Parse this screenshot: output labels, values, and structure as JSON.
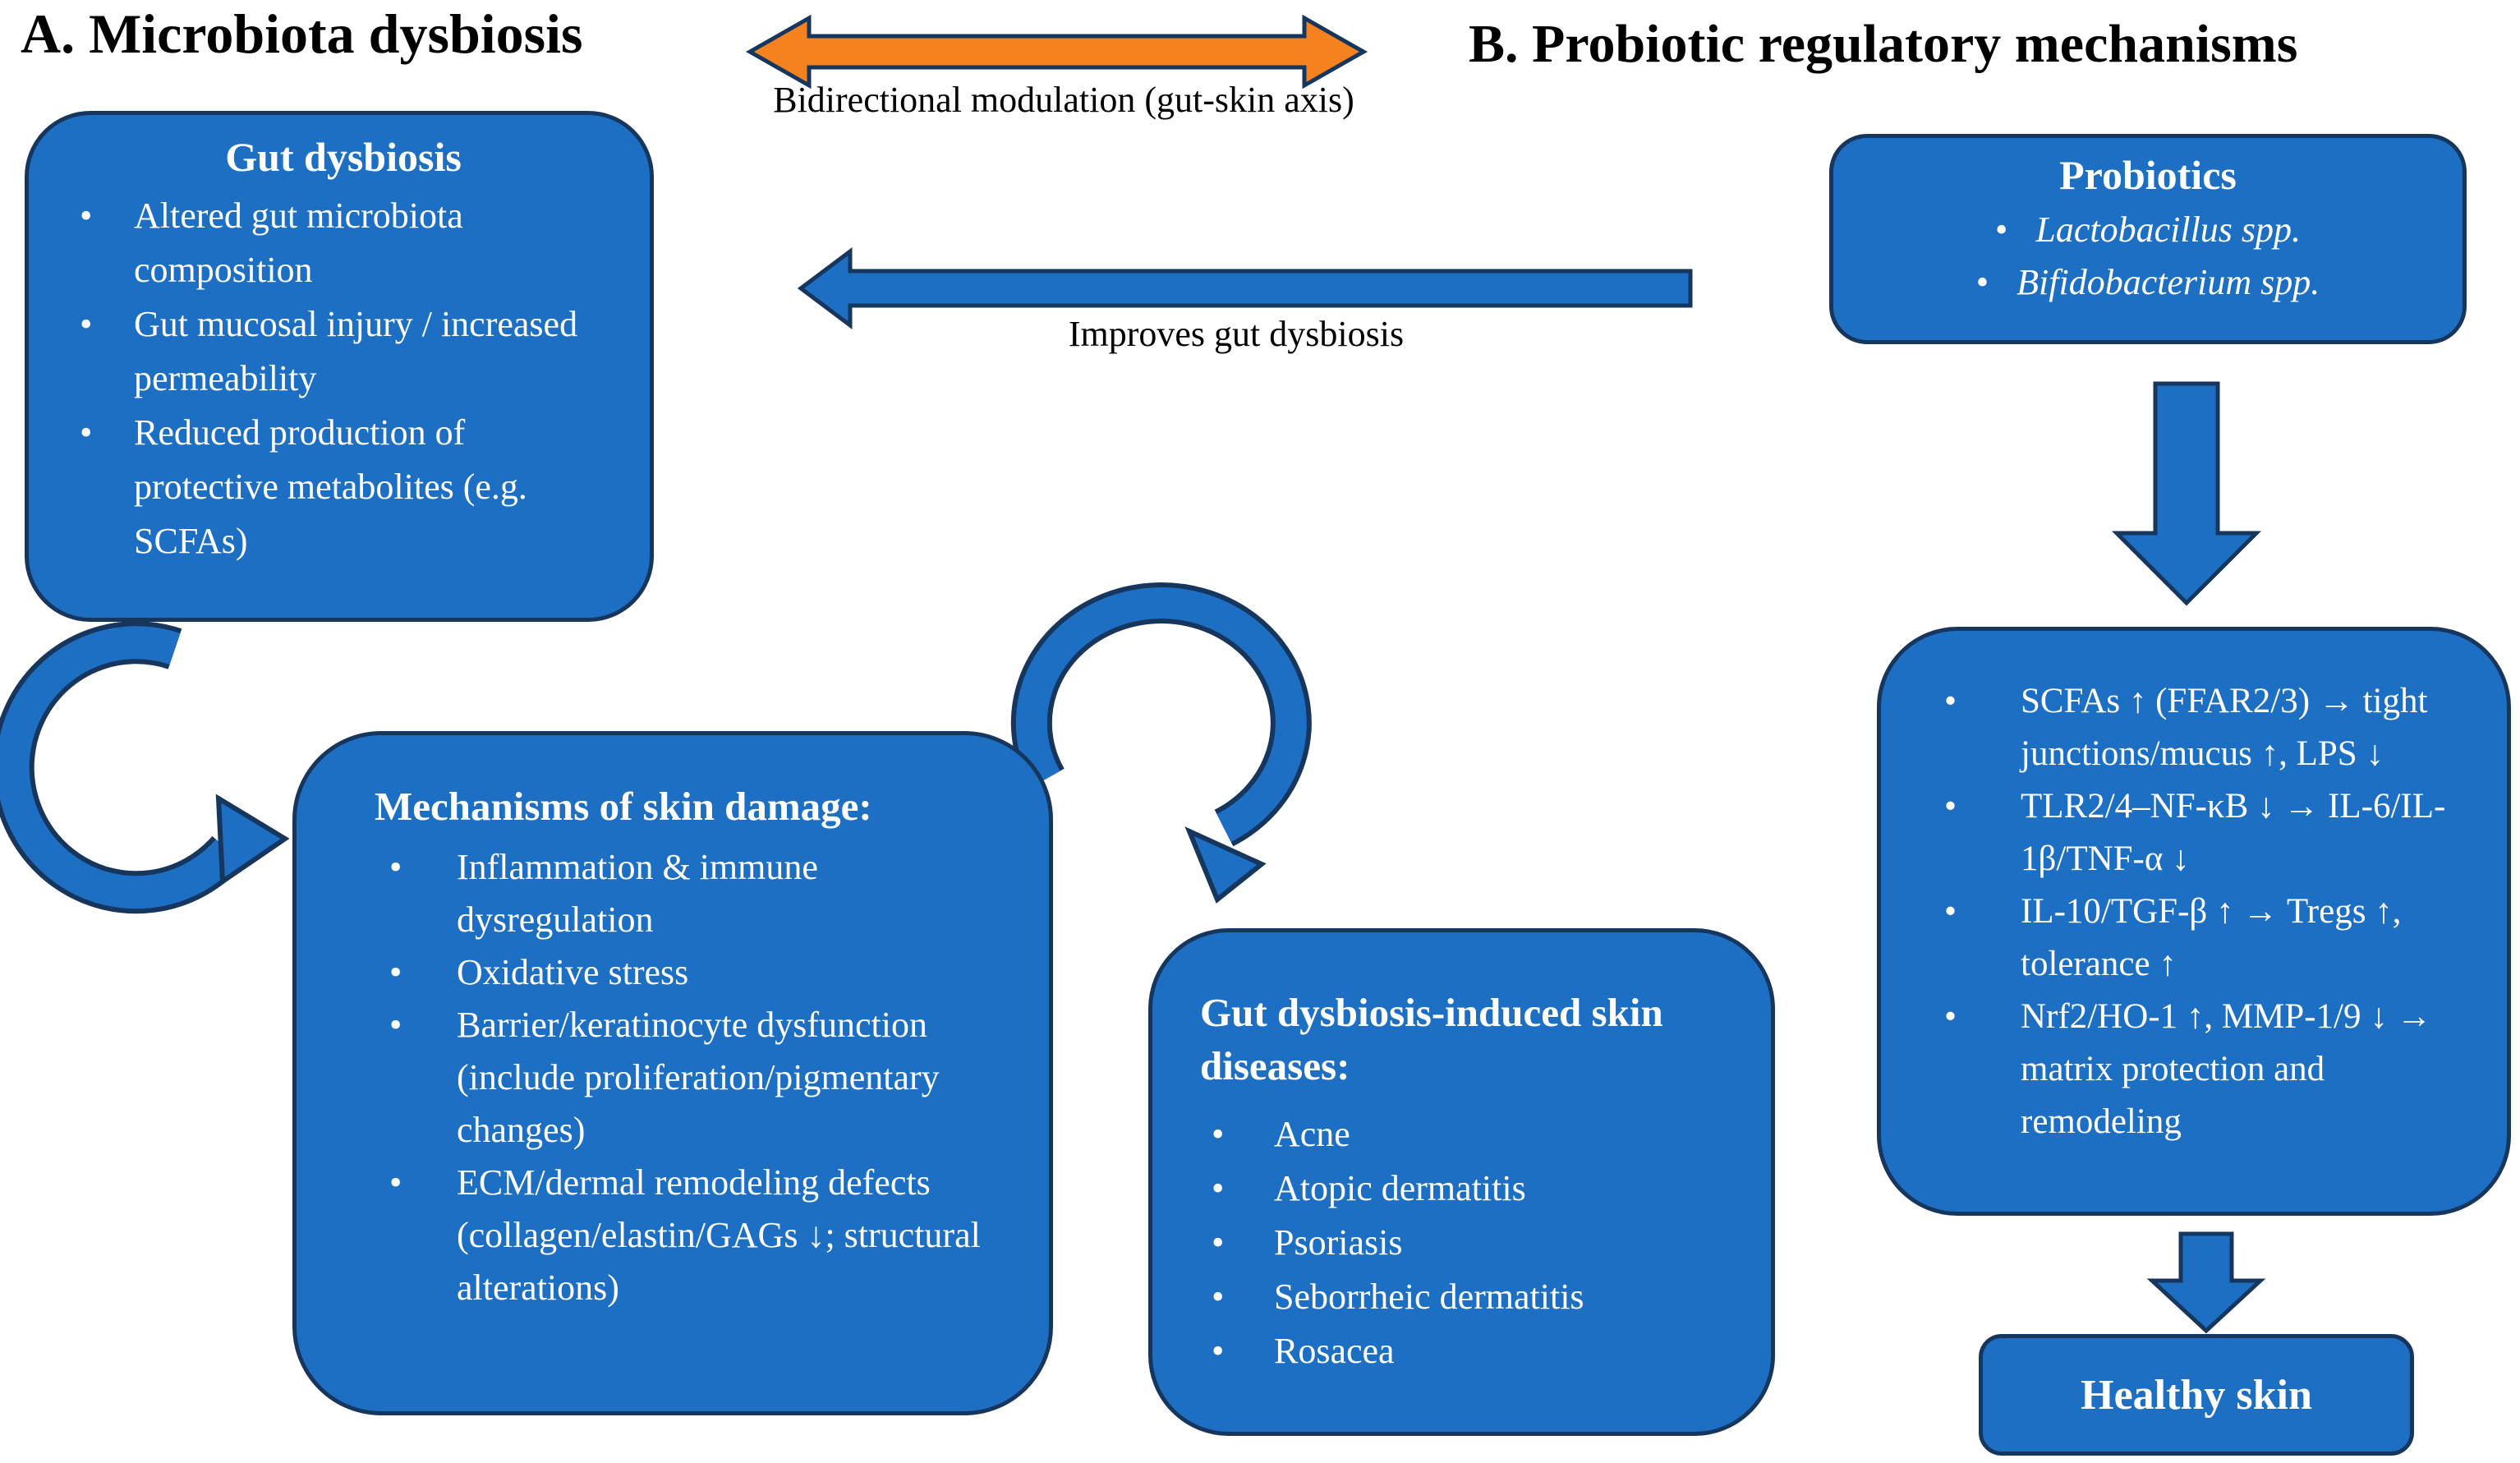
{
  "titles": {
    "section_a": "A. Microbiota dysbiosis",
    "section_b": "B. Probiotic regulatory mechanisms"
  },
  "arrow_labels": {
    "bidirectional": "Bidirectional modulation (gut-skin axis)",
    "improves": "Improves gut dysbiosis"
  },
  "boxes": {
    "gut_dysbiosis": {
      "title": "Gut dysbiosis",
      "bullets": [
        "Altered gut microbiota composition",
        "Gut mucosal injury / increased permeability",
        "Reduced production of protective metabolites (e.g. SCFAs)"
      ]
    },
    "probiotics": {
      "title": "Probiotics",
      "bullets": [
        "Lactobacillus spp.",
        "Bifidobacterium spp."
      ]
    },
    "probiotic_mechanisms": {
      "bullets": [
        "SCFAs ↑ (FFAR2/3) → tight junctions/mucus ↑, LPS ↓",
        "TLR2/4–NF-κB ↓ → IL-6/IL-1β/TNF-α ↓",
        "IL-10/TGF-β ↑ → Tregs ↑, tolerance ↑",
        "Nrf2/HO-1 ↑, MMP-1/9 ↓ → matrix protection and remodeling"
      ]
    },
    "healthy_skin": {
      "title": "Healthy skin"
    },
    "skin_damage": {
      "title": "Mechanisms of skin damage:",
      "bullets": [
        "Inflammation & immune dysregulation",
        "Oxidative stress",
        "Barrier/keratinocyte dysfunction (include proliferation/pigmentary changes)",
        "ECM/dermal remodeling defects (collagen/elastin/GAGs ↓; structural alterations)"
      ]
    },
    "skin_diseases": {
      "title": "Gut dysbiosis-induced skin diseases:",
      "bullets": [
        "Acne",
        "Atopic dermatitis",
        "Psoriasis",
        "Seborrheic dermatitis",
        "Rosacea"
      ]
    }
  },
  "colors": {
    "box_fill": "#1d6fc4",
    "box_border": "#17365d",
    "orange_arrow": "#f6821f",
    "blue_arrow": "#1d6fc4",
    "title_text": "#000000",
    "box_text": "#ffffff"
  }
}
